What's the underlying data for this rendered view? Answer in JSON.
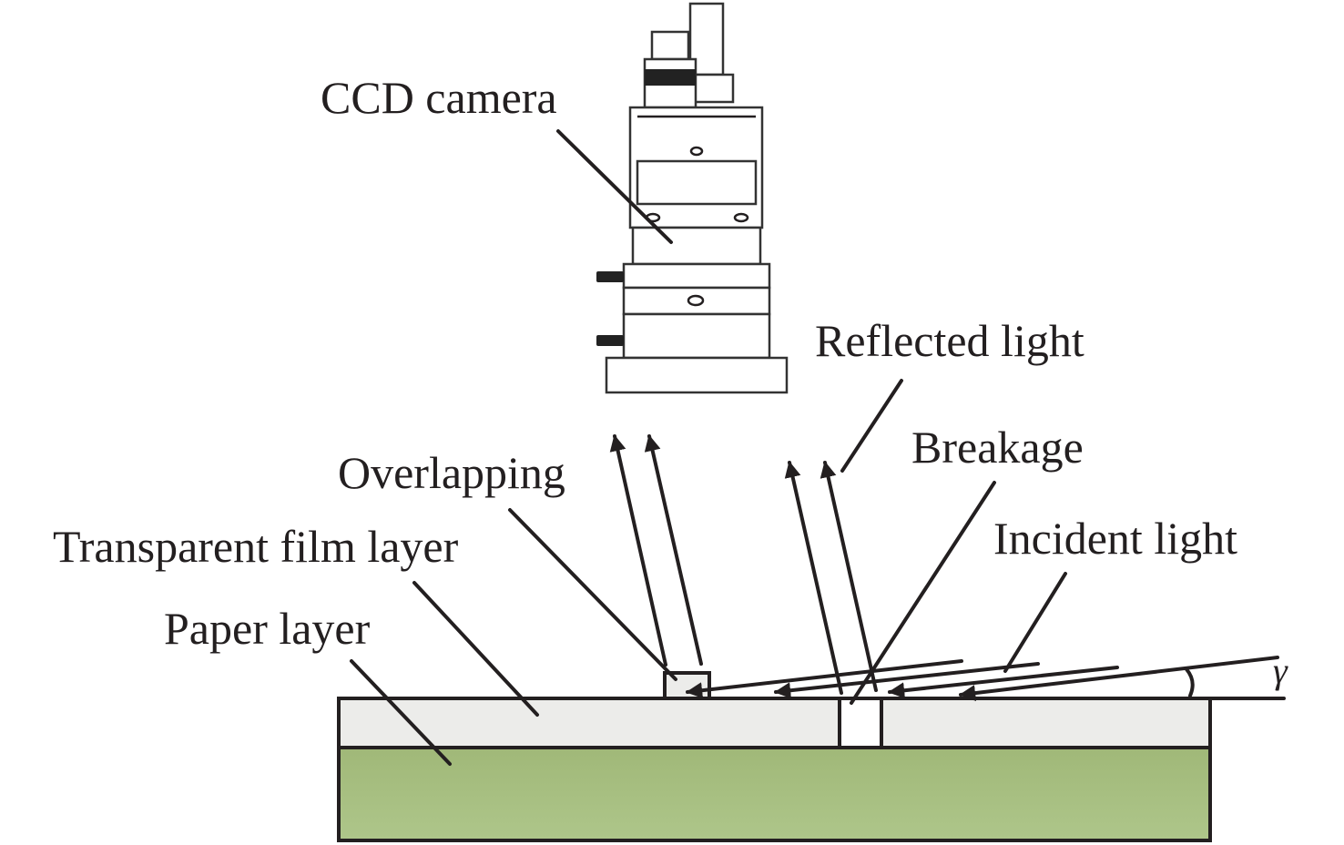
{
  "figure": {
    "labels": {
      "ccd_camera": "CCD camera",
      "reflected_light": "Reflected light",
      "overlapping": "Overlapping",
      "breakage": "Breakage",
      "transparent_film_layer": "Transparent film layer",
      "incident_light": "Incident light",
      "paper_layer": "Paper layer",
      "angle_symbol": "γ"
    },
    "colors": {
      "line": "#231f20",
      "film_layer": "#ececea",
      "paper_layer_top": "#a0b878",
      "paper_layer_bottom": "#aec68a",
      "background": "#ffffff"
    }
  }
}
